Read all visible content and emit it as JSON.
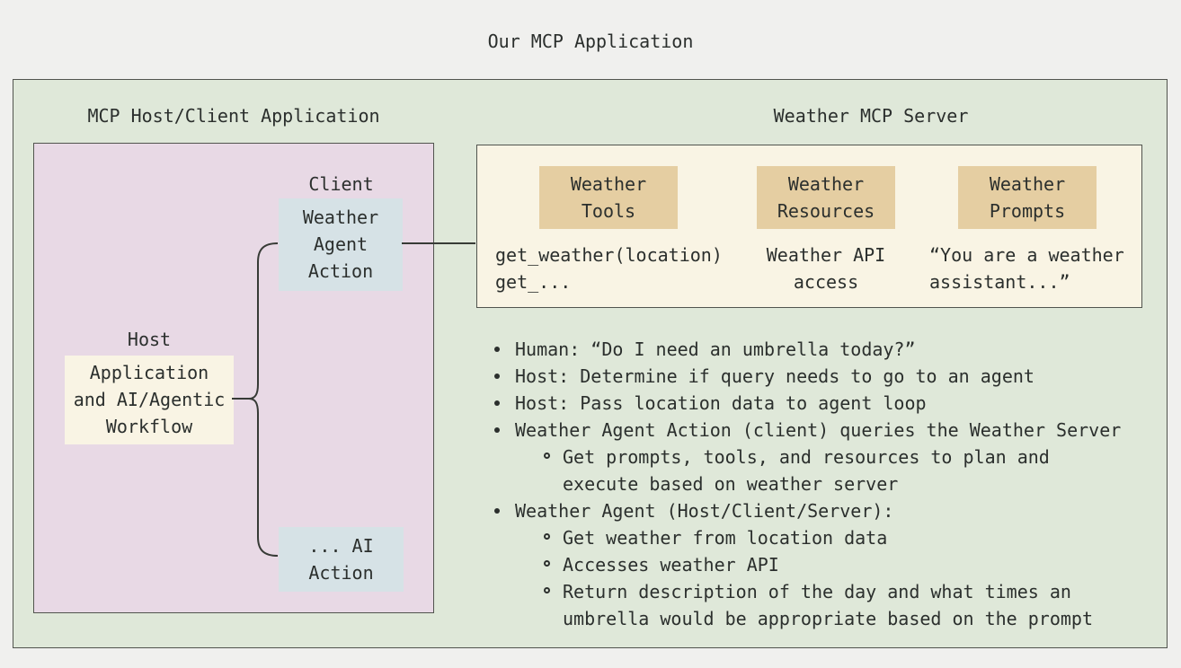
{
  "title": "Our MCP Application",
  "host_section": {
    "label": "MCP Host/Client Application",
    "client_label": "Client",
    "host_label": "Host",
    "weather_agent_box": "Weather\nAgent\nAction",
    "application_box": "Application\nand AI/Agentic\nWorkflow",
    "ai_action_box": "... AI\nAction"
  },
  "server_section": {
    "label": "Weather MCP Server",
    "columns": [
      {
        "header": "Weather\nTools",
        "body": "get_weather(location)\nget_..."
      },
      {
        "header": "Weather\nResources",
        "body": "Weather API\naccess"
      },
      {
        "header": "Weather\nPrompts",
        "body": "“You are a weather\nassistant...”"
      }
    ]
  },
  "flow_list": [
    {
      "level": 1,
      "text": "Human: “Do I need an umbrella today?”"
    },
    {
      "level": 1,
      "text": "Host: Determine if query needs to go to an agent"
    },
    {
      "level": 1,
      "text": "Host: Pass location data to agent loop"
    },
    {
      "level": 1,
      "text": "Weather Agent Action (client) queries the Weather Server"
    },
    {
      "level": 2,
      "text": "Get prompts, tools, and resources to plan and\nexecute based on weather server"
    },
    {
      "level": 1,
      "text": "Weather Agent (Host/Client/Server):"
    },
    {
      "level": 2,
      "text": "Get weather from location data"
    },
    {
      "level": 2,
      "text": "Accesses weather API"
    },
    {
      "level": 2,
      "text": "Return description of the day and what times an\numbrella would be appropriate based on the prompt"
    }
  ],
  "colors": {
    "page_bg": "#f0f0ee",
    "outer_green": "#dfe8d9",
    "host_pink": "#e8d9e5",
    "action_blue": "#d6e2e6",
    "server_cream": "#f9f4e4",
    "capability_tan": "#e5cea2",
    "border_dark": "#51544e",
    "connector_line": "#373b36",
    "text": "#2b2f2d"
  }
}
